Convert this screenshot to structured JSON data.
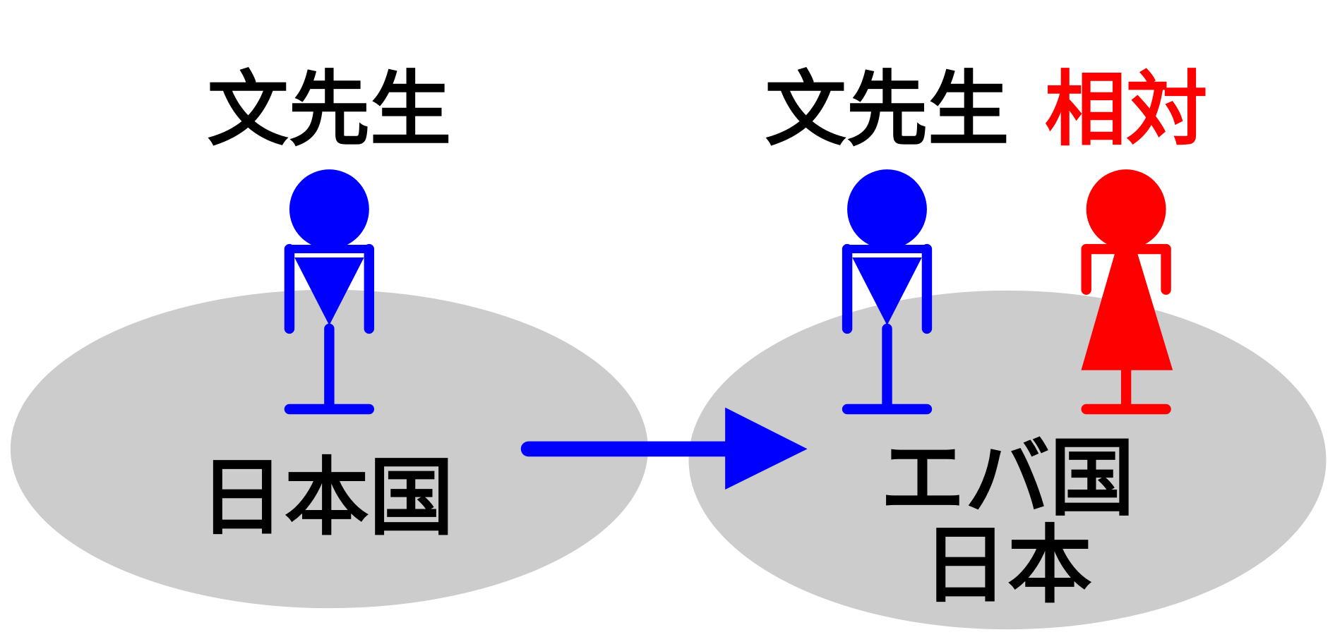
{
  "left": {
    "person_label": "文先生",
    "country_label": "日本国"
  },
  "right": {
    "person_label": "文先生",
    "partner_label": "相対",
    "country_label_1": "エバ国",
    "country_label_2": "日本"
  },
  "colors": {
    "male": "#0000ff",
    "female": "#ff0000",
    "country": "#cccccc",
    "text": "#000000"
  },
  "icons": [
    "male-figure-icon",
    "female-figure-icon",
    "arrow-right-icon"
  ]
}
